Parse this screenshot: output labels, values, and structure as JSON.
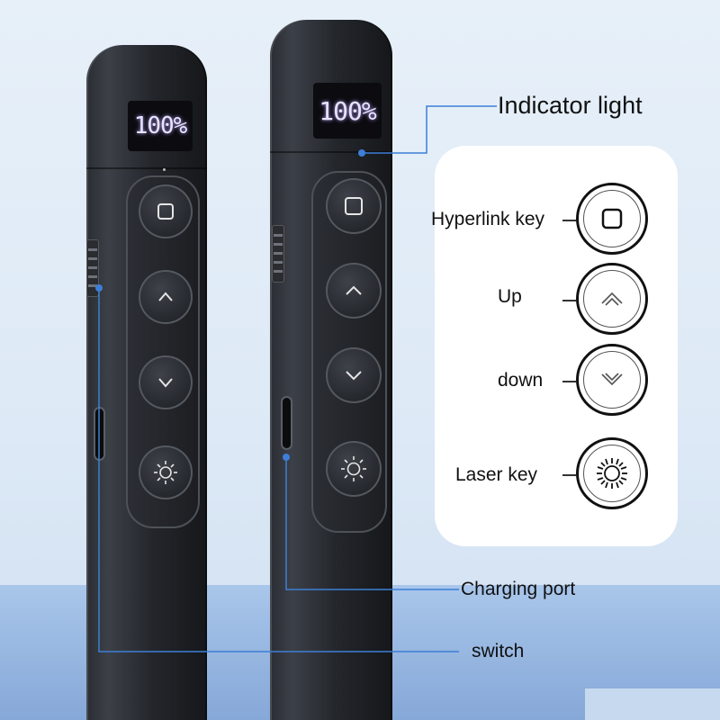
{
  "screen_text": "100%",
  "callouts": {
    "indicator_light": "Indicator light",
    "hyperlink_key": "Hyperlink key",
    "up": "Up",
    "down": "down",
    "laser_key": "Laser key",
    "charging_port": "Charging port",
    "switch": "switch"
  },
  "colors": {
    "leader_line": "#3d7fd6",
    "screen_glow": "#d9cfff"
  }
}
